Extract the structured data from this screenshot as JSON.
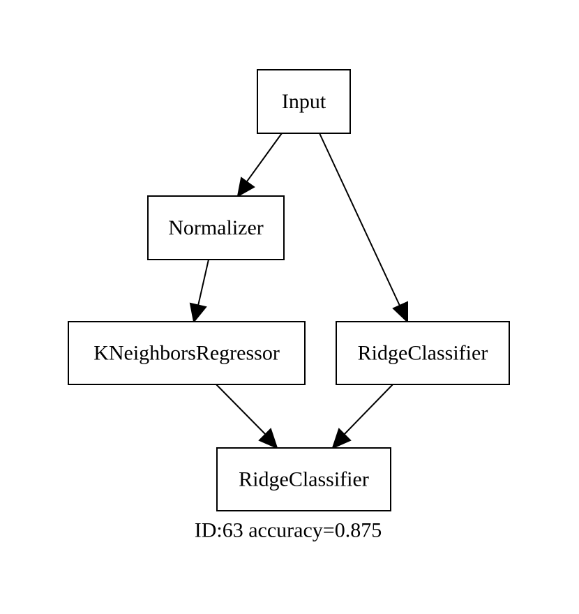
{
  "graph": {
    "nodes": [
      {
        "id": "input",
        "label": "Input"
      },
      {
        "id": "normalizer",
        "label": "Normalizer"
      },
      {
        "id": "kneighbors",
        "label": "KNeighborsRegressor"
      },
      {
        "id": "ridge_right",
        "label": "RidgeClassifier"
      },
      {
        "id": "ridge_bottom",
        "label": "RidgeClassifier"
      }
    ],
    "edges": [
      {
        "from": "input",
        "to": "normalizer"
      },
      {
        "from": "input",
        "to": "ridge_right"
      },
      {
        "from": "normalizer",
        "to": "kneighbors"
      },
      {
        "from": "kneighbors",
        "to": "ridge_bottom"
      },
      {
        "from": "ridge_right",
        "to": "ridge_bottom"
      }
    ],
    "caption": "ID:63 accuracy=0.875"
  },
  "colors": {
    "stroke": "#000000",
    "background": "#ffffff"
  }
}
